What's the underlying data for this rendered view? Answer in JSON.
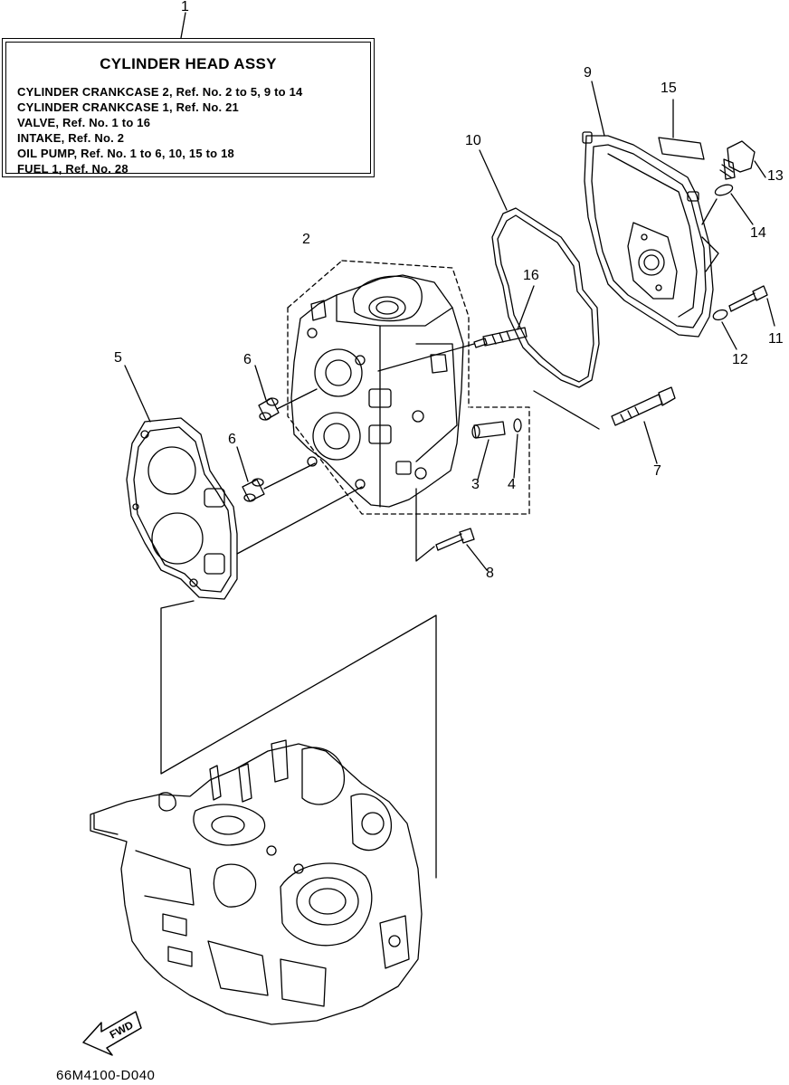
{
  "header": {
    "title_callout": "1",
    "box_title": "CYLINDER HEAD ASSY",
    "ref_lines": [
      "CYLINDER CRANKCASE 2,  Ref. No. 2 to 5, 9 to 14",
      "CYLINDER CRANKCASE 1,  Ref. No. 21",
      "VALVE,  Ref. No. 1 to 16",
      "INTAKE,  Ref. No. 2",
      "OIL PUMP,  Ref. No. 1 to 6, 10, 15 to 18",
      "FUEL 1, Ref. No. 28"
    ]
  },
  "callouts": {
    "c2": "2",
    "c3": "3",
    "c4": "4",
    "c5": "5",
    "c6a": "6",
    "c6b": "6",
    "c7": "7",
    "c8": "8",
    "c9": "9",
    "c10": "10",
    "c11": "11",
    "c12": "12",
    "c13": "13",
    "c14": "14",
    "c15": "15",
    "c16": "16"
  },
  "fwd_label": "FWD",
  "drawing_code": "66M4100-D040"
}
